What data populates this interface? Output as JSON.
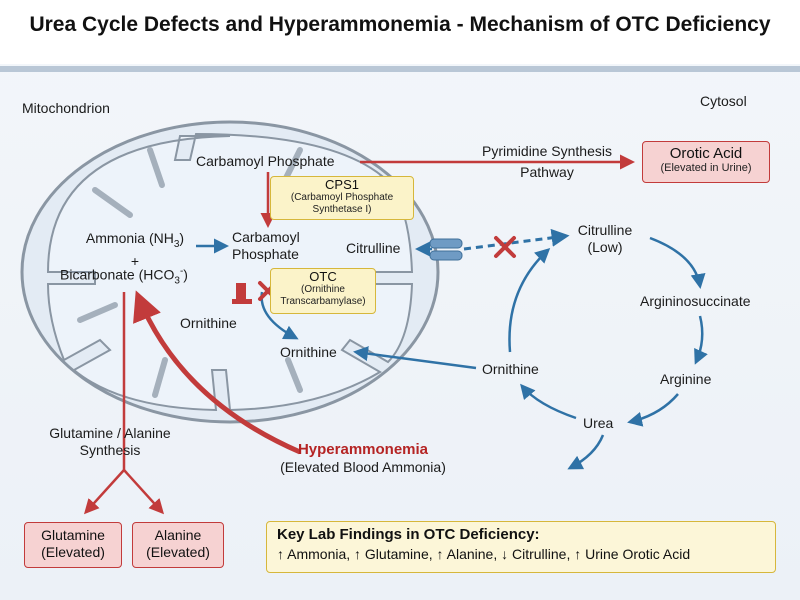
{
  "title": "Urea Cycle Defects and Hyperammonemia - Mechanism of OTC Deficiency",
  "compartments": {
    "mitochondrion": "Mitochondrion",
    "cytosol": "Cytosol"
  },
  "mito": {
    "carbamoyl_phosphate_top": "Carbamoyl Phosphate",
    "ammonia_line1": "Ammonia (NH",
    "ammonia_sub": "3",
    "ammonia_close": ")",
    "plus": "+",
    "bicarbonate_line": "Bicarbonate (HCO",
    "bicarbonate_sub": "3",
    "bicarbonate_sup": "-",
    "bicarbonate_close": ")",
    "carbamoyl_line1": "Carbamoyl",
    "carbamoyl_line2": "Phosphate",
    "citrulline": "Citrulline",
    "ornithine_left": "Ornithine",
    "ornithine_center": "Ornithine"
  },
  "enzymes": {
    "cps1": {
      "name": "CPS1",
      "full_line1": "(Carbamoyl Phosphate",
      "full_line2": "Synthetase I)"
    },
    "otc": {
      "name": "OTC",
      "full_line1": "(Ornithine",
      "full_line2": "Transcarbamylase)"
    }
  },
  "pyrimidine": {
    "line1": "Pyrimidine Synthesis",
    "line2": "Pathway"
  },
  "orotic": {
    "name": "Orotic Acid",
    "sub": "(Elevated in Urine)"
  },
  "cytosol_cycle": {
    "citrulline": "Citrulline",
    "citrulline_low": "(Low)",
    "argininosuccinate": "Argininosuccinate",
    "arginine": "Arginine",
    "urea": "Urea",
    "ornithine": "Ornithine"
  },
  "hyperammonemia": {
    "title": "Hyperammonemia",
    "sub": "(Elevated Blood Ammonia)"
  },
  "synthesis": {
    "line1": "Glutamine /  Alanine",
    "line2": "Synthesis"
  },
  "glutamine": {
    "name": "Glutamine",
    "sub": "(Elevated)"
  },
  "alanine": {
    "name": "Alanine",
    "sub": "(Elevated)"
  },
  "key_findings": {
    "title": "Key Lab Findings in OTC Deficiency:",
    "text": "↑ Ammonia, ↑ Glutamine, ↑ Alanine, ↓ Citrulline, ↑ Urine Orotic Acid"
  },
  "colors": {
    "red_arrow": "#c23b3b",
    "blue_arrow": "#2f72a6",
    "membrane": "#8a96a3"
  }
}
